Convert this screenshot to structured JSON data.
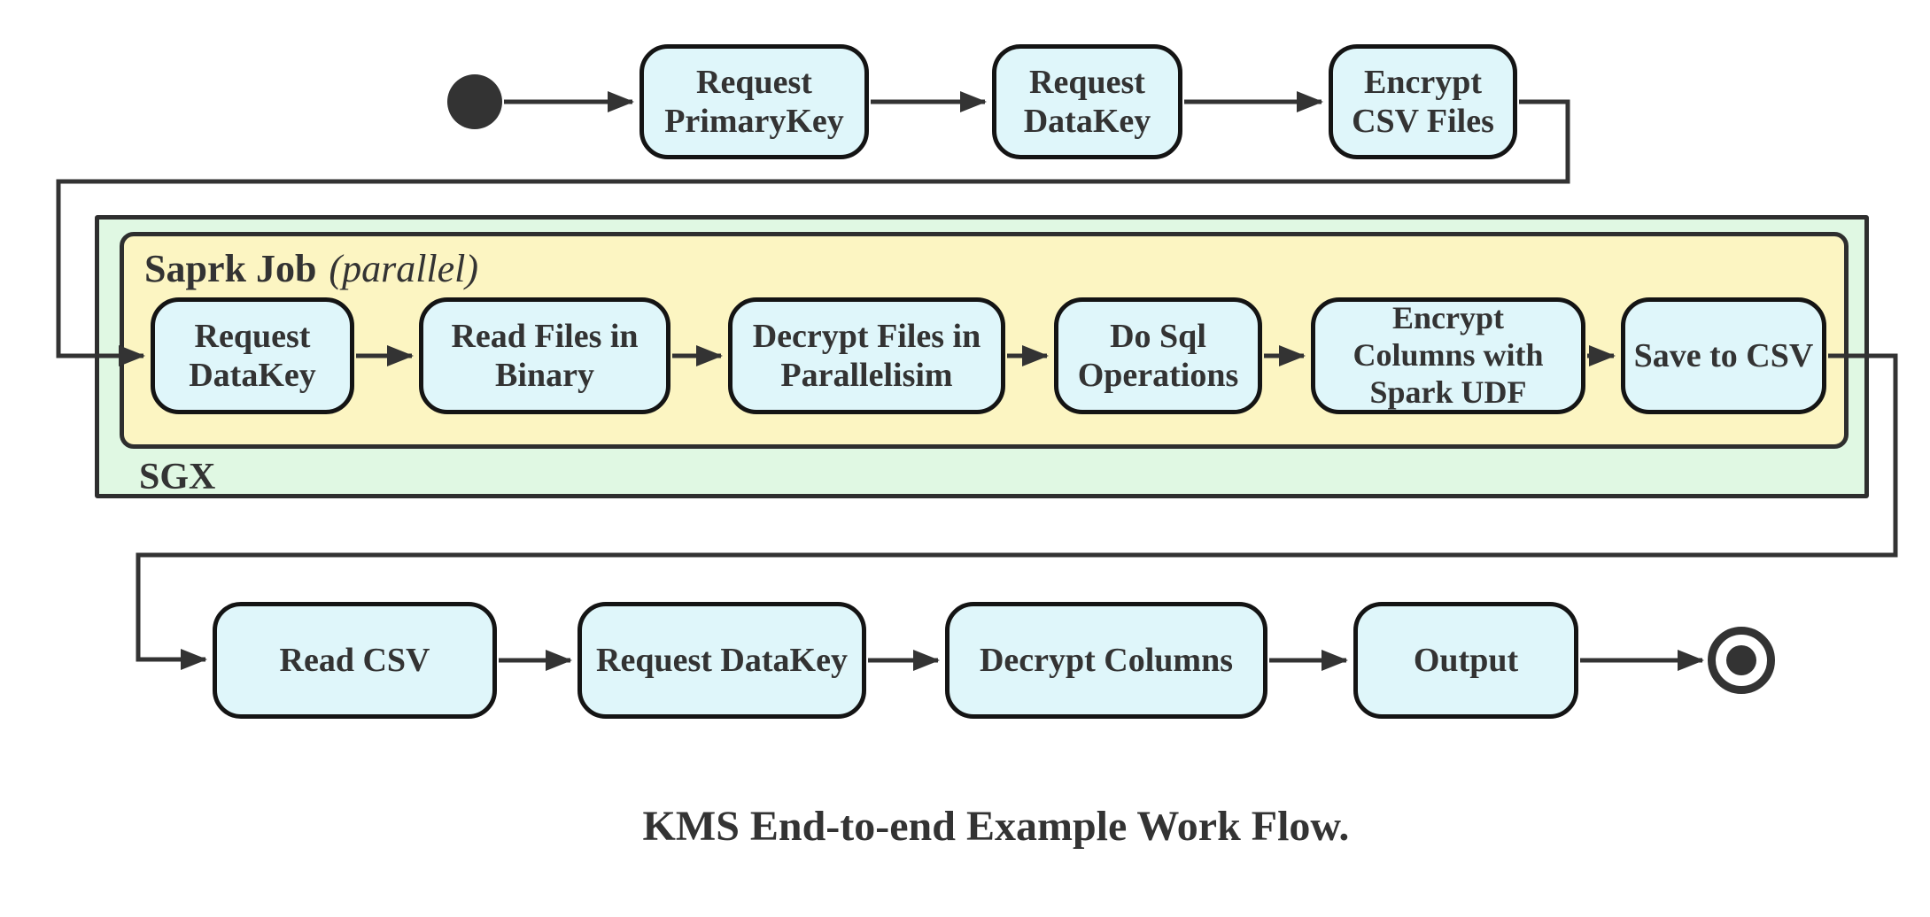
{
  "caption": "KMS End-to-end Example Work Flow.",
  "groups": {
    "sgx": {
      "label": "SGX"
    },
    "spark_job": {
      "label_bold": "Saprk Job",
      "label_italic": "(parallel)"
    }
  },
  "nodes": {
    "request_primarykey": {
      "label": "Request PrimaryKey",
      "lines": [
        "Request",
        "PrimaryKey"
      ]
    },
    "request_datakey_top": {
      "label": "Request DataKey",
      "lines": [
        "Request",
        "DataKey"
      ]
    },
    "encrypt_csv_files": {
      "label": "Encrypt CSV Files",
      "lines": [
        "Encrypt",
        "CSV Files"
      ]
    },
    "request_datakey_sgx": {
      "label": "Request DataKey",
      "lines": [
        "Request",
        "DataKey"
      ]
    },
    "read_files_in_binary": {
      "label": "Read Files in Binary",
      "lines": [
        "Read Files in",
        "Binary"
      ]
    },
    "decrypt_files_in_parallelisim": {
      "label": "Decrypt Files in Parallelisim",
      "lines": [
        "Decrypt Files in",
        "Parallelisim"
      ]
    },
    "do_sql_operations": {
      "label": "Do Sql Operations",
      "lines": [
        "Do Sql",
        "Operations"
      ]
    },
    "encrypt_columns_with_spark_udf": {
      "label": "Encrypt Columns with Spark UDF",
      "lines": [
        "Encrypt",
        "Columns with",
        "Spark UDF"
      ]
    },
    "save_to_csv": {
      "label": "Save to CSV",
      "lines": [
        "Save to CSV"
      ]
    },
    "read_csv": {
      "label": "Read CSV",
      "lines": [
        "Read CSV"
      ]
    },
    "request_datakey_bottom": {
      "label": "Request DataKey",
      "lines": [
        "Request DataKey"
      ]
    },
    "decrypt_columns": {
      "label": "Decrypt Columns",
      "lines": [
        "Decrypt Columns"
      ]
    },
    "output": {
      "label": "Output",
      "lines": [
        "Output"
      ]
    }
  },
  "icons": {
    "start": "initial-state-dot",
    "end": "final-state-ring"
  },
  "edges": [
    {
      "from": "start",
      "to": "request_primarykey"
    },
    {
      "from": "request_primarykey",
      "to": "request_datakey_top"
    },
    {
      "from": "request_datakey_top",
      "to": "encrypt_csv_files"
    },
    {
      "from": "encrypt_csv_files",
      "to": "request_datakey_sgx"
    },
    {
      "from": "request_datakey_sgx",
      "to": "read_files_in_binary"
    },
    {
      "from": "read_files_in_binary",
      "to": "decrypt_files_in_parallelisim"
    },
    {
      "from": "decrypt_files_in_parallelisim",
      "to": "do_sql_operations"
    },
    {
      "from": "do_sql_operations",
      "to": "encrypt_columns_with_spark_udf"
    },
    {
      "from": "encrypt_columns_with_spark_udf",
      "to": "save_to_csv"
    },
    {
      "from": "save_to_csv",
      "to": "read_csv"
    },
    {
      "from": "read_csv",
      "to": "request_datakey_bottom"
    },
    {
      "from": "request_datakey_bottom",
      "to": "decrypt_columns"
    },
    {
      "from": "decrypt_columns",
      "to": "output"
    },
    {
      "from": "output",
      "to": "end"
    }
  ],
  "colors": {
    "node_fill": "#dff6fa",
    "node_border": "#141414",
    "sgx_fill": "#e0f8e3",
    "spark_fill": "#fcf5c2",
    "line": "#333333",
    "text": "#333333"
  }
}
